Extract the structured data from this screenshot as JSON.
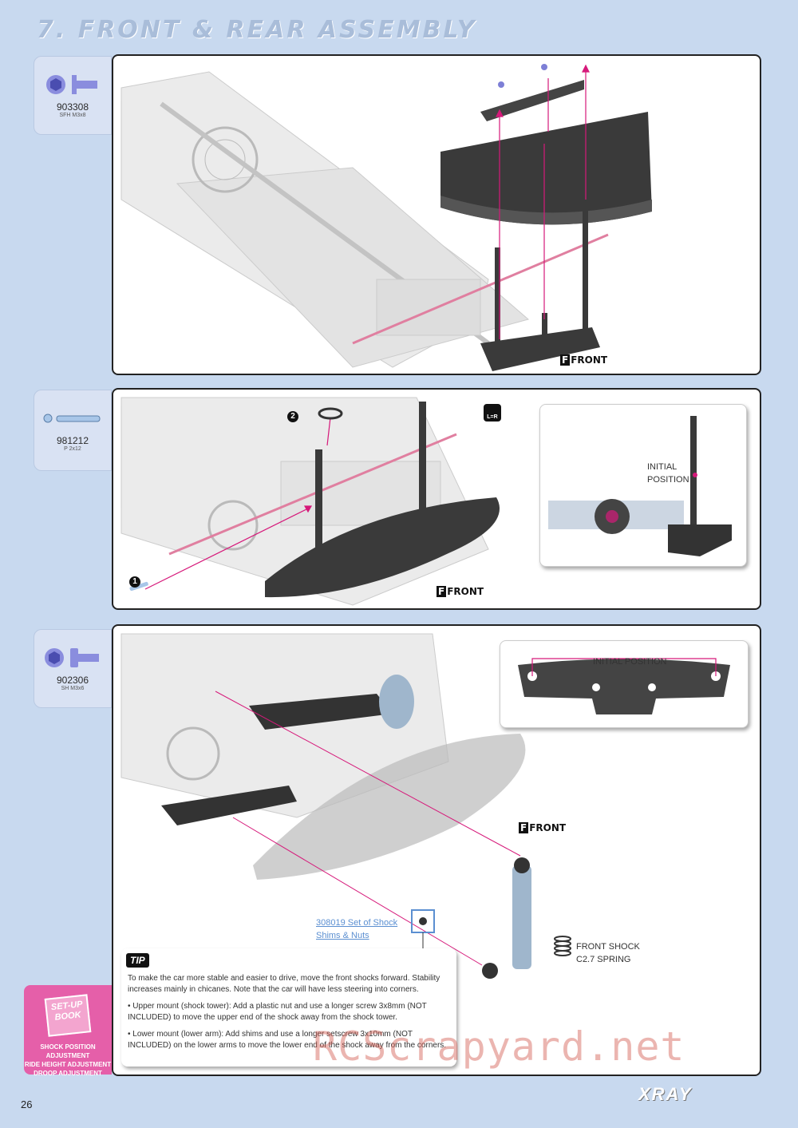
{
  "page": {
    "title": "7. FRONT & REAR ASSEMBLY",
    "page_number": "26",
    "brand": "XRAY",
    "watermark": "RCScrapyard.net"
  },
  "parts": [
    {
      "number": "903308",
      "desc": "SFH M3x8"
    },
    {
      "number": "981212",
      "desc": "P 2x12"
    },
    {
      "number": "902306",
      "desc": "SH M3x6"
    }
  ],
  "panel1": {
    "front_label": "FRONT"
  },
  "panel2": {
    "front_label": "FRONT",
    "step1": "1",
    "step2": "2",
    "lr_icon": "L=R",
    "inset_label_line1": "INITIAL",
    "inset_label_line2": "POSITION"
  },
  "panel3": {
    "front_label": "FRONT",
    "inset_label": "INITIAL POSITION",
    "link_line1": "308019 Set of Shock",
    "link_line2": "Shims & Nuts",
    "spring_line1": "FRONT SHOCK",
    "spring_line2": "C2.7 SPRING"
  },
  "tip": {
    "badge": "TIP",
    "p1": "To make the car more stable and easier to drive, move the front shocks forward. Stability increases mainly in chicanes. Note that the car will have less steering into corners.",
    "p2": "• Upper mount (shock tower): Add a plastic nut and use a longer screw 3x8mm (NOT INCLUDED) to move the upper end of the shock away from the shock tower.",
    "p3": "• Lower mount (lower arm):  Add shims and use a longer setscrew 3x10mm (NOT INCLUDED) on the lower arms to move the lower end of the shock away from the corners."
  },
  "setup_book": {
    "title_line1": "SET-UP",
    "title_line2": "BOOK",
    "item1": "SHOCK POSITION ADJUSTMENT",
    "item2": "RIDE HEIGHT ADJUSTMENT",
    "item3": "DROOP ADJUSTMENT"
  },
  "colors": {
    "page_bg": "#c8d9ef",
    "accent_magenta": "#d6197a",
    "link_blue": "#5b8fd1",
    "setup_pink": "#e55fa9",
    "part_gray": "#3a3a3a",
    "screw_blue": "#7d7fd6"
  }
}
